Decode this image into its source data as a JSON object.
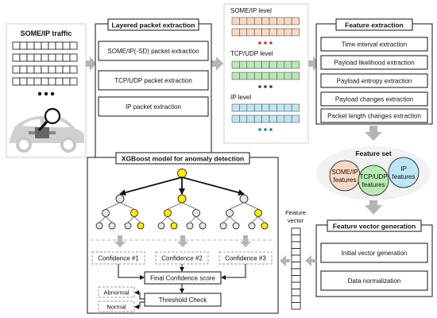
{
  "traffic": {
    "title": "SOME/IP traffic"
  },
  "layered": {
    "title": "Layered packet extraction",
    "items": [
      "SOME/IP(-SD) packet extraction",
      "TCP/UDP packet extraction",
      "IP packet extraction"
    ]
  },
  "levels": [
    {
      "label": "SOME/IP level",
      "color": "#f7d9c4",
      "dot": "#c0392b"
    },
    {
      "label": "TCP/UDP level",
      "color": "#b9e8b4",
      "dot": "#2c3e50"
    },
    {
      "label": "IP level",
      "color": "#bfe6f5",
      "dot": "#1a8a8a"
    }
  ],
  "feature_extraction": {
    "title": "Feature extraction",
    "items": [
      "Time interval extraction",
      "Payload likelihood extraction",
      "Payload entropy extraction",
      "Payload changes extraction",
      "Packet length changes extraction"
    ]
  },
  "feature_set": {
    "title": "Feature set",
    "circles": [
      {
        "line1": "SOME/IP",
        "line2": "features",
        "color": "#f9d8c5"
      },
      {
        "line1": "TCP/UDP",
        "line2": "features",
        "color": "#b6ecb0"
      },
      {
        "line1": "IP",
        "line2": "features",
        "color": "#bde6f6"
      }
    ]
  },
  "feature_vector_generation": {
    "title": "Feature vector generation",
    "items": [
      "Initial vector generation",
      "Data normalization"
    ]
  },
  "feature_vector": {
    "line1": "Feature",
    "line2": "vector"
  },
  "xgboost": {
    "title": "XGBoost model for anomaly detection",
    "confidences": [
      "Confidence #1",
      "Confidence #2",
      "Confidence #3"
    ],
    "final": "Final Confidence score",
    "threshold": "Threshold Check",
    "outputs": [
      "Abnormal",
      "Normal"
    ]
  },
  "colors": {
    "node_highlight": "#ffee00",
    "node_default": "#e6e6e6",
    "arrow_gray": "#b5b5b5"
  }
}
